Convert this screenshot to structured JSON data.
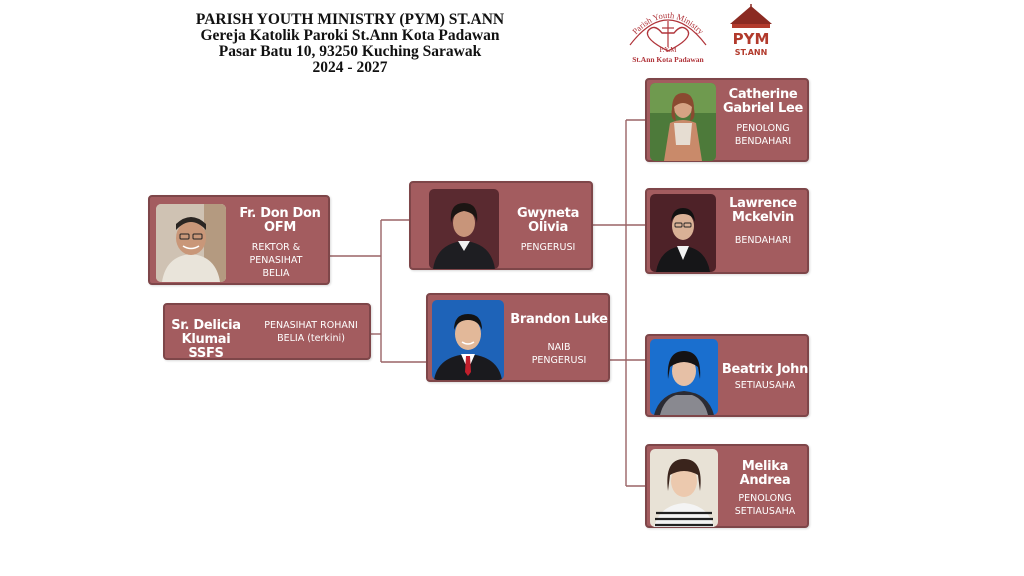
{
  "header": {
    "line1": "PARISH YOUTH MINISTRY (PYM) ST.ANN",
    "line2": "Gereja Katolik Paroki St.Ann Kota Padawan",
    "line3": "Pasar Batu 10, 93250 Kuching Sarawak",
    "line4": "2024 - 2027"
  },
  "logo_left": {
    "arc_text": "Parish Youth Ministry",
    "center_text": "P.Y.M",
    "bottom_text": "St.Ann Kota Padawan"
  },
  "logo_right": {
    "line1": "PYM",
    "line2": "ST.ANN"
  },
  "members": {
    "don": {
      "name": "Fr. Don Don\nOFM",
      "role": "REKTOR &\nPENASIHAT\nBELIA"
    },
    "delicia": {
      "name": "Sr. Delicia\nKlumai SSFS",
      "role": "PENASIHAT ROHANI\nBELIA (terkini)"
    },
    "gwyneta": {
      "name": "Gwyneta\nOlivia",
      "role": "PENGERUSI"
    },
    "brandon": {
      "name": "Brandon Luke",
      "role": "NAIB\nPENGERUSI"
    },
    "catherine": {
      "name": "Catherine\nGabriel Lee",
      "role": "PENOLONG\nBENDAHARI"
    },
    "lawrence": {
      "name": "Lawrence\nMckelvin",
      "role": "BENDAHARI"
    },
    "beatrix": {
      "name": "Beatrix John",
      "role": "SETIAUSAHA"
    },
    "melika": {
      "name": "Melika\nAndrea",
      "role": "PENOLONG\nSETIAUSAHA"
    }
  },
  "colors": {
    "card": "#a35c5f",
    "card_border": "#7e4649",
    "connector": "#9a6466"
  }
}
